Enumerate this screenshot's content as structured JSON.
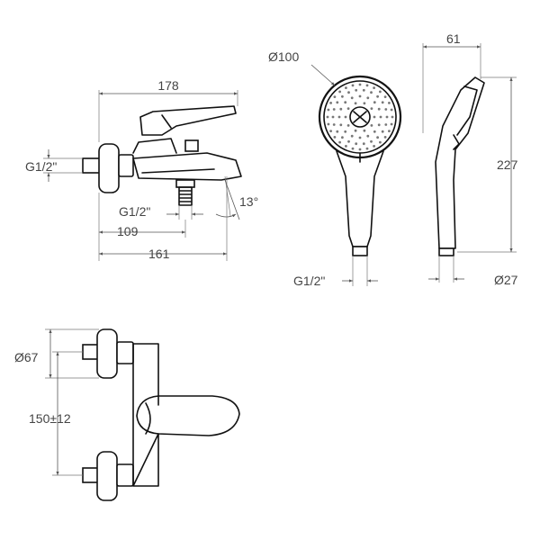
{
  "drawing": {
    "mixer_front": {
      "width_overall": "178",
      "inlet_thread": "G1/2\"",
      "spout_outlet_thread": "G1/2\"",
      "spout_angle": "13°",
      "outlet_offset": "109",
      "body_length": "161"
    },
    "hand_shower_front": {
      "head_diameter": "Ø100",
      "connection_thread": "G1/2\""
    },
    "hand_shower_side": {
      "head_depth": "61",
      "overall_length": "227",
      "handle_diameter": "Ø27"
    },
    "mixer_top": {
      "flange_diameter": "Ø67",
      "centre_distance": "150±12"
    }
  }
}
